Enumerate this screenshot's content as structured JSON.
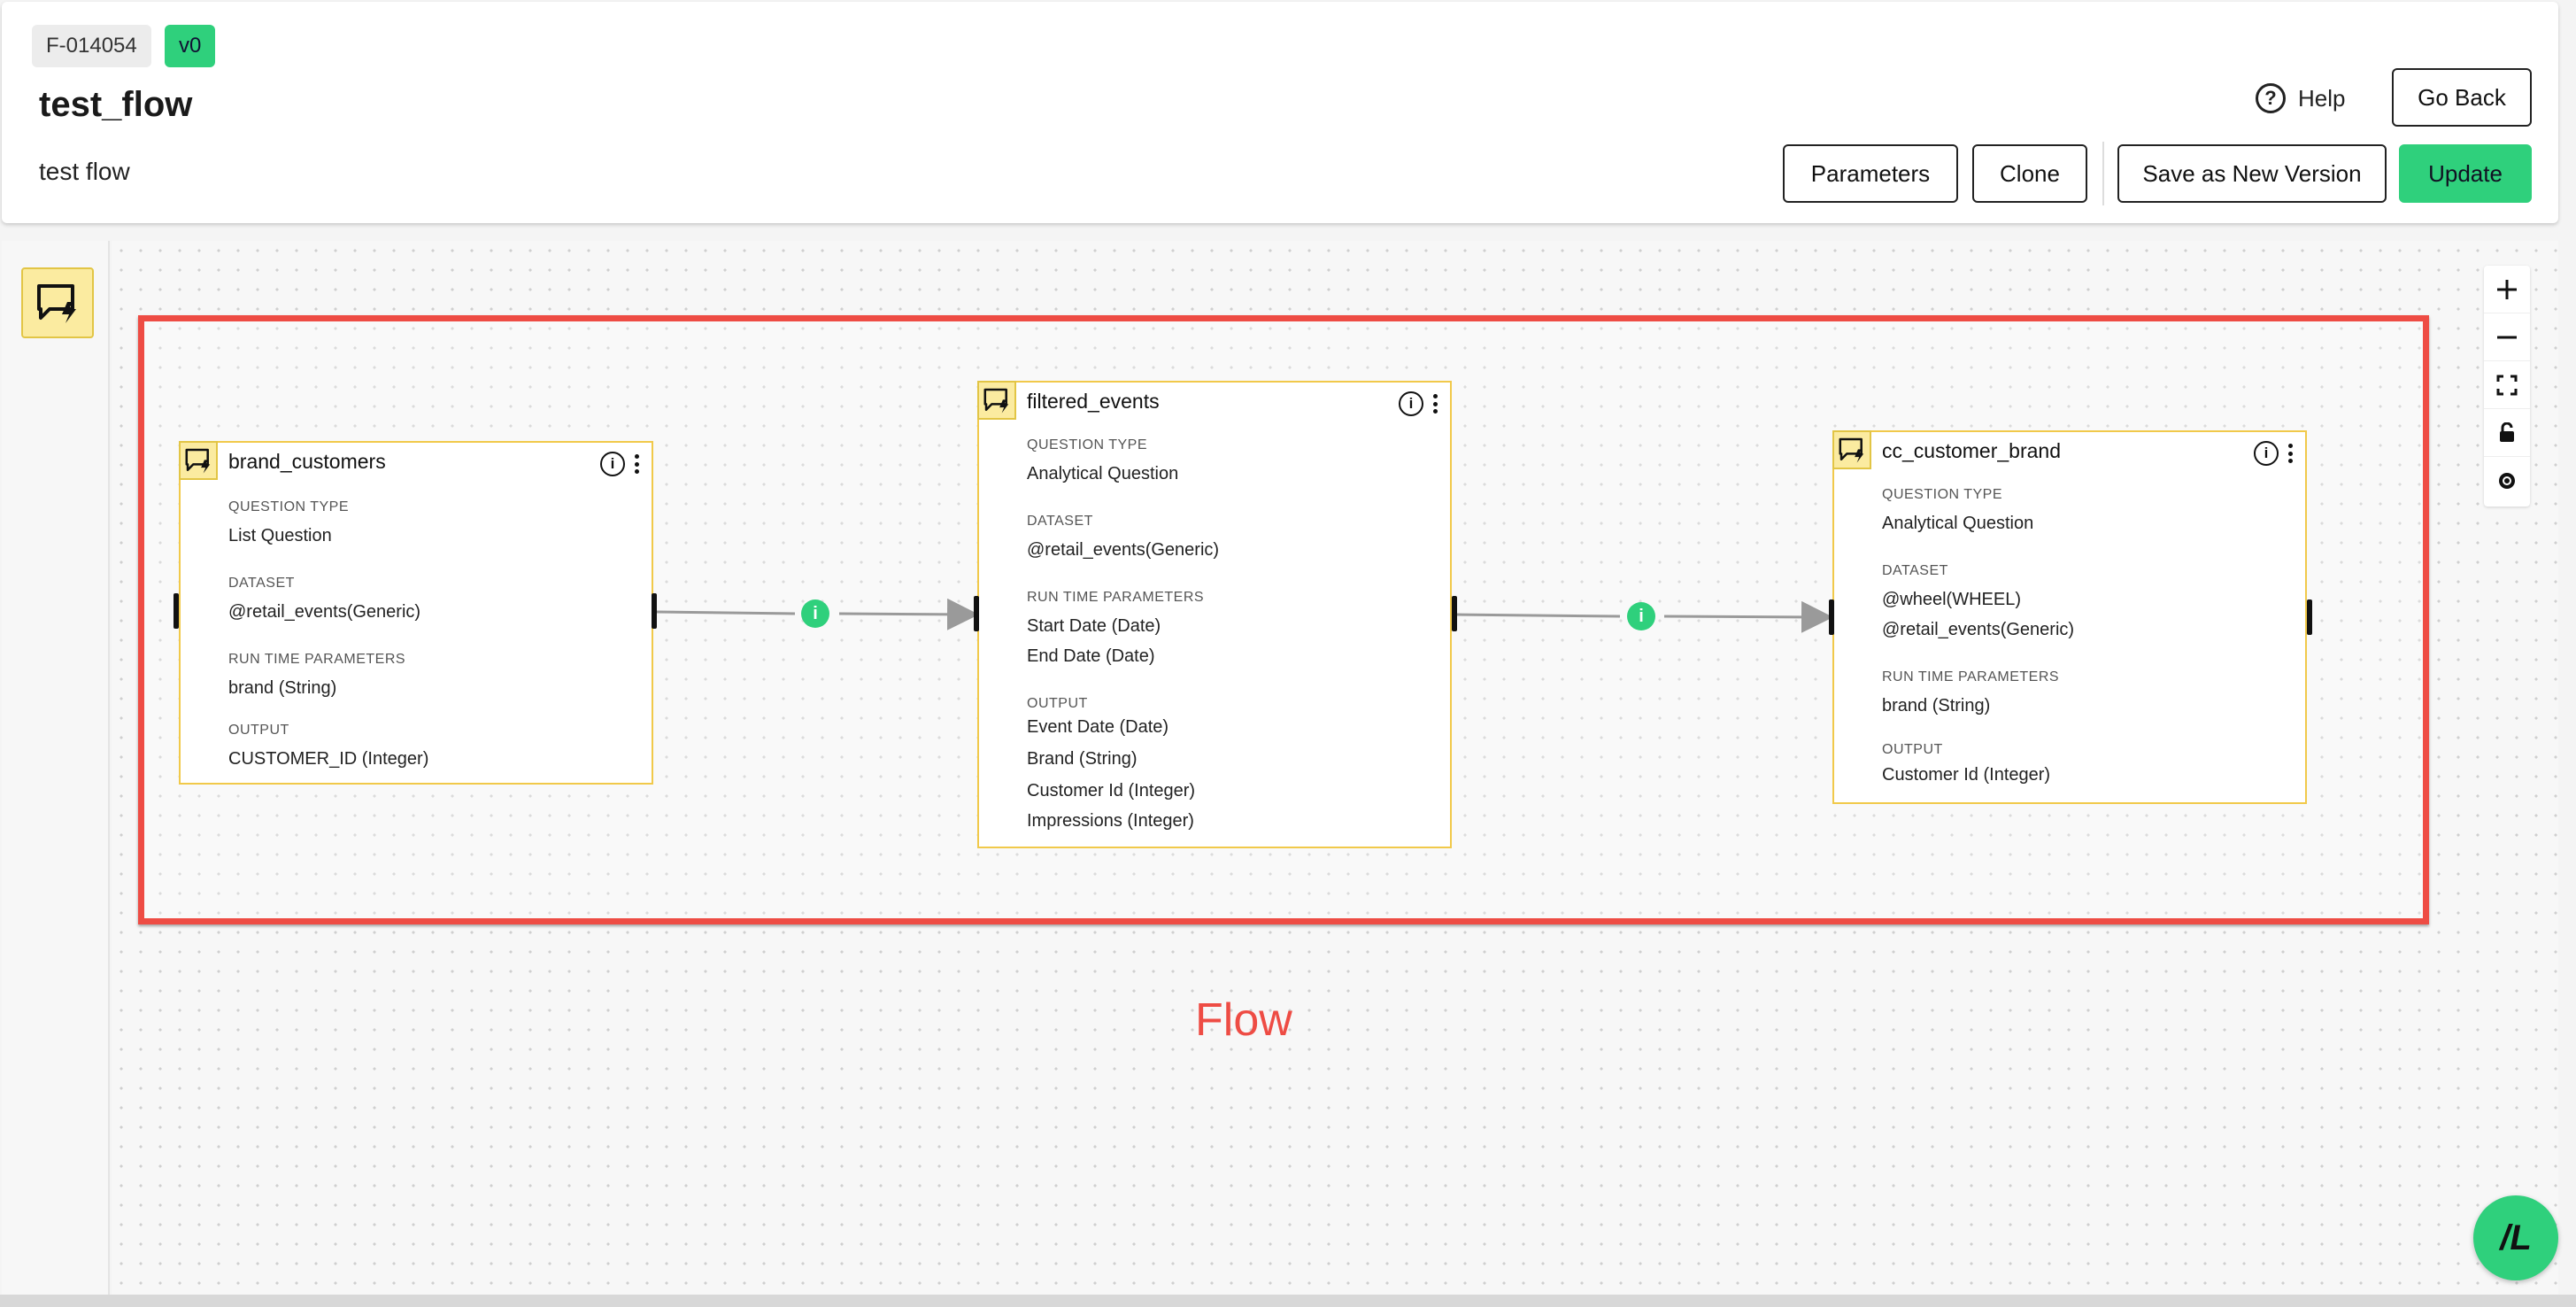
{
  "header": {
    "flow_id": "F-014054",
    "version": "v0",
    "title": "test_flow",
    "description": "test flow",
    "help_label": "Help",
    "help_icon_glyph": "?",
    "go_back_label": "Go Back",
    "parameters_label": "Parameters",
    "clone_label": "Clone",
    "save_new_version_label": "Save as New Version",
    "update_label": "Update"
  },
  "canvas": {
    "frame_label": "Flow",
    "frame_color": "#ee4c44",
    "zoom_controls": [
      "zoom-in",
      "zoom-out",
      "fit-view",
      "lock",
      "reset"
    ]
  },
  "colors": {
    "accent_green": "#2fd07c",
    "node_border": "#f1c94a",
    "node_icon_bg": "#fbeba0",
    "frame_red": "#ee4c44"
  },
  "nodes": [
    {
      "name": "brand_customers",
      "icon": "question-lightning-icon",
      "question_type_label": "QUESTION TYPE",
      "question_type": "List Question",
      "dataset_label": "DATASET",
      "dataset": [
        "@retail_events(Generic)"
      ],
      "params_label": "RUN TIME PARAMETERS",
      "params": [
        "brand (String)"
      ],
      "output_label": "OUTPUT",
      "output": [
        "CUSTOMER_ID (Integer)"
      ]
    },
    {
      "name": "filtered_events",
      "icon": "question-lightning-icon",
      "question_type_label": "QUESTION TYPE",
      "question_type": "Analytical Question",
      "dataset_label": "DATASET",
      "dataset": [
        "@retail_events(Generic)"
      ],
      "params_label": "RUN TIME PARAMETERS",
      "params": [
        "Start Date (Date)",
        "End Date (Date)"
      ],
      "output_label": "OUTPUT",
      "output": [
        "Event Date (Date)",
        "Brand (String)",
        "Customer Id (Integer)",
        "Impressions (Integer)"
      ]
    },
    {
      "name": "cc_customer_brand",
      "icon": "question-lightning-icon",
      "question_type_label": "QUESTION TYPE",
      "question_type": "Analytical Question",
      "dataset_label": "DATASET",
      "dataset": [
        "@wheel(WHEEL)",
        "@retail_events(Generic)"
      ],
      "params_label": "RUN TIME PARAMETERS",
      "params": [
        "brand (String)"
      ],
      "output_label": "OUTPUT",
      "output": [
        "Customer Id (Integer)"
      ]
    }
  ],
  "edges": [
    {
      "from": "brand_customers",
      "to": "filtered_events",
      "badge": "i"
    },
    {
      "from": "filtered_events",
      "to": "cc_customer_brand",
      "badge": "i"
    }
  ],
  "fab_label": "/L"
}
